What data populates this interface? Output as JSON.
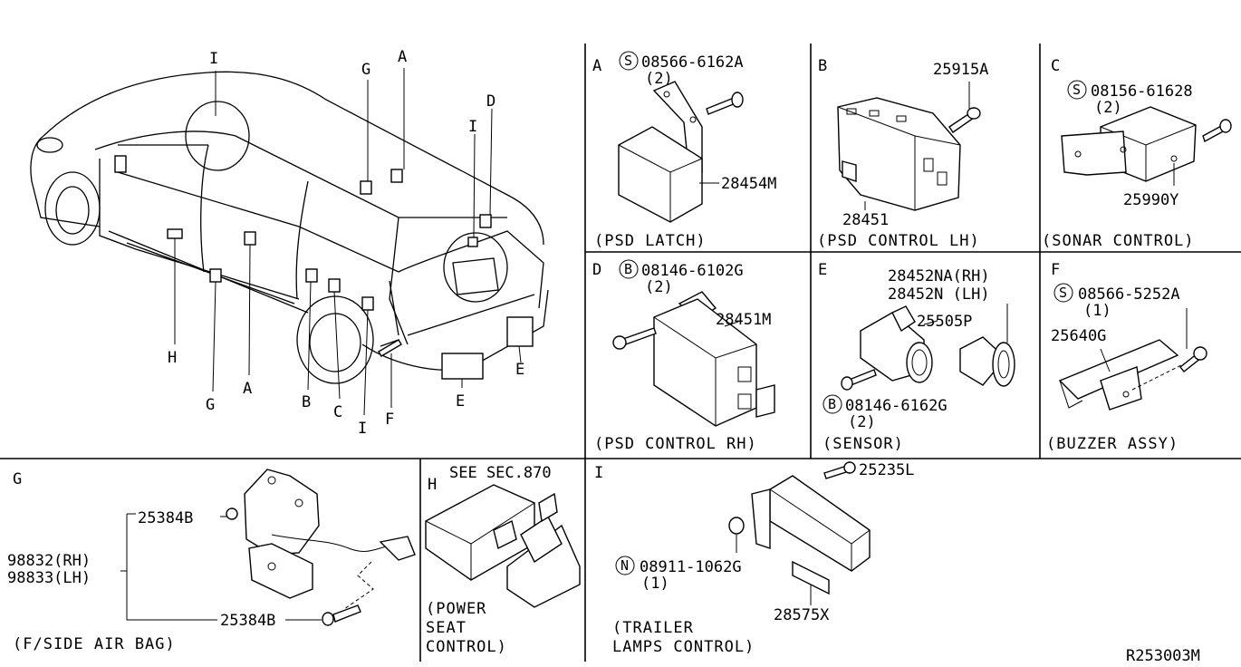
{
  "diagram_id": "R253003M",
  "vehicle": {
    "callouts": [
      "I",
      "G",
      "A",
      "D",
      "I",
      "H",
      "G",
      "A",
      "B",
      "C",
      "I",
      "F",
      "E",
      "E"
    ]
  },
  "panels": {
    "A": {
      "letter": "A",
      "parts": [
        {
          "prefix": "S",
          "number": "08566-6162A",
          "qty": "(2)"
        },
        {
          "number": "28454M"
        }
      ],
      "caption": "(PSD LATCH)"
    },
    "B": {
      "letter": "B",
      "parts": [
        {
          "number": "25915A"
        },
        {
          "number": "28451"
        }
      ],
      "caption": "(PSD CONTROL LH)"
    },
    "C": {
      "letter": "C",
      "parts": [
        {
          "prefix": "S",
          "number": "08156-61628",
          "qty": "(2)"
        },
        {
          "number": "25990Y"
        }
      ],
      "caption": "(SONAR CONTROL)"
    },
    "D": {
      "letter": "D",
      "parts": [
        {
          "prefix": "B",
          "number": "08146-6102G",
          "qty": "(2)"
        },
        {
          "number": "28451M"
        }
      ],
      "caption": "(PSD CONTROL RH)"
    },
    "E": {
      "letter": "E",
      "parts": [
        {
          "number": "28452NA(RH)"
        },
        {
          "number": "28452N  (LH)"
        },
        {
          "number": "25505P"
        },
        {
          "prefix": "B",
          "number": "08146-6162G",
          "qty": "(2)"
        }
      ],
      "caption": "(SENSOR)"
    },
    "F": {
      "letter": "F",
      "parts": [
        {
          "prefix": "S",
          "number": "08566-5252A",
          "qty": "(1)"
        },
        {
          "number": "25640G"
        }
      ],
      "caption": "(BUZZER ASSY)"
    },
    "G": {
      "letter": "G",
      "parts": [
        {
          "number": "25384B"
        },
        {
          "number": "98832(RH)"
        },
        {
          "number": "98833(LH)"
        },
        {
          "number": "25384B"
        }
      ],
      "caption": "(F/SIDE AIR BAG)"
    },
    "H": {
      "letter": "H",
      "note": "SEE SEC.870",
      "caption_lines": [
        "(POWER",
        "SEAT",
        "CONTROL)"
      ]
    },
    "I": {
      "letter": "I",
      "parts": [
        {
          "number": "25235L"
        },
        {
          "prefix": "N",
          "number": "08911-1062G",
          "qty": "(1)"
        },
        {
          "number": "28575X"
        }
      ],
      "caption_lines": [
        "(TRAILER",
        "LAMPS CONTROL)"
      ]
    }
  }
}
